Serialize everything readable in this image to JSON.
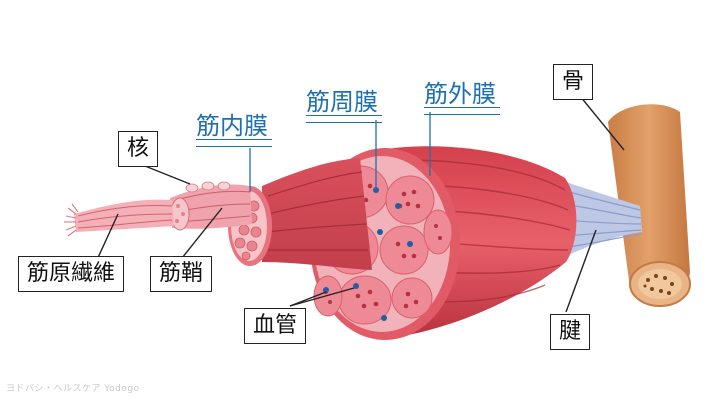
{
  "labels": {
    "nucleus": "核",
    "endomysium": "筋内膜",
    "perimysium": "筋周膜",
    "epimysium": "筋外膜",
    "bone": "骨",
    "myofibril": "筋原繊維",
    "sarcolemma": "筋鞘",
    "blood_vessel": "血管",
    "tendon": "腱"
  },
  "watermark": "ヨドバシ・ヘルスケア Yodogo",
  "colors": {
    "muscle_red": "#e0505a",
    "muscle_dark": "#b8323e",
    "fiber_pink": "#f2a7b0",
    "cross_section": "#f4b8bf",
    "bone": "#d9925a",
    "tendon": "#b9c6e3",
    "label_blue": "#1e6fb0",
    "vessel_blue": "#1f5fa8"
  }
}
